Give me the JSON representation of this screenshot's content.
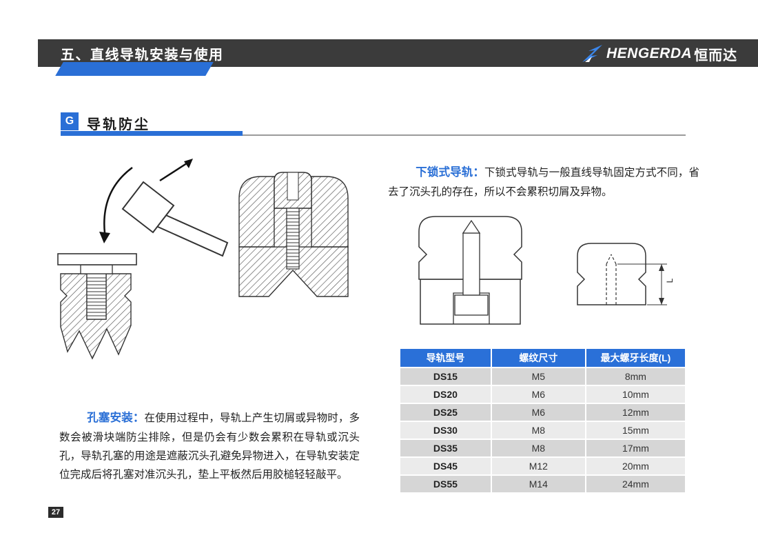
{
  "header": {
    "title": "五、直线导轨安装与使用",
    "brand": {
      "latin": "HENGERDA",
      "cjk": "恒而达"
    }
  },
  "section": {
    "badge": "G",
    "title": "导轨防尘"
  },
  "left": {
    "plug_paragraph": {
      "label": "孔塞安装：",
      "text": "在使用过程中，导轨上产生切屑或异物时，多数会被滑块端防尘排除，但是仍会有少数会累积在导轨或沉头孔，导轨孔塞的用途是遮蔽沉头孔避免异物进入，在导轨安装定位完成后将孔塞对准沉头孔，垫上平板然后用胶槌轻轻敲平。"
    }
  },
  "right": {
    "lock_paragraph": {
      "label": "下锁式导轨：",
      "text": "下锁式导轨与一般直线导轨固定方式不同，省去了沉头孔的存在，所以不会累积切屑及异物。"
    },
    "dimension_label": "L",
    "table": {
      "headers": [
        "导轨型号",
        "螺纹尺寸",
        "最大螺牙长度(L)"
      ],
      "rows": [
        [
          "DS15",
          "M5",
          "8mm"
        ],
        [
          "DS20",
          "M6",
          "10mm"
        ],
        [
          "DS25",
          "M6",
          "12mm"
        ],
        [
          "DS30",
          "M8",
          "15mm"
        ],
        [
          "DS35",
          "M8",
          "17mm"
        ],
        [
          "DS45",
          "M12",
          "20mm"
        ],
        [
          "DS55",
          "M14",
          "24mm"
        ]
      ]
    }
  },
  "footer": {
    "page_number": "27"
  },
  "colors": {
    "accent": "#2a6fd6",
    "header_bg": "#3b3b3b"
  }
}
